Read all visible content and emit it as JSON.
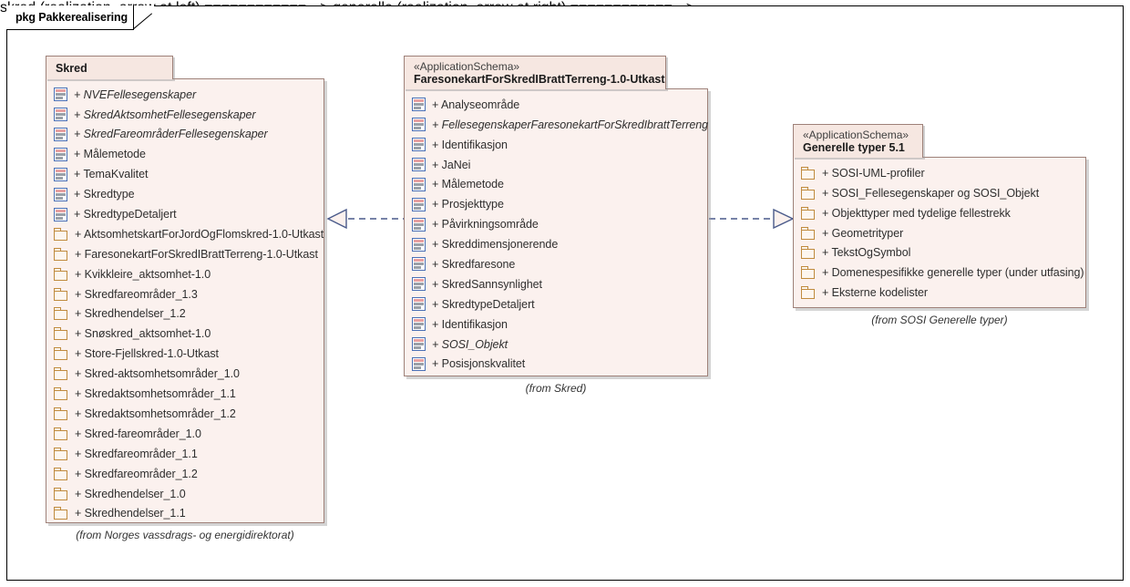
{
  "frame": {
    "label": "pkg Pakkerealisering"
  },
  "packages": [
    {
      "id": "skred",
      "name": "Skred",
      "stereotype": "",
      "caption": "(from Norges vassdrags- og energidirektorat)",
      "members": [
        {
          "icon": "class-icon",
          "label": "+ NVEFellesegenskaper",
          "abstract": true
        },
        {
          "icon": "class-icon",
          "label": "+ SkredAktsomhetFellesegenskaper",
          "abstract": true
        },
        {
          "icon": "class-icon",
          "label": "+ SkredFareområderFellesegenskaper",
          "abstract": true
        },
        {
          "icon": "class-icon",
          "label": "+ Målemetode",
          "abstract": false
        },
        {
          "icon": "class-icon",
          "label": "+ TemaKvalitet",
          "abstract": false
        },
        {
          "icon": "class-icon",
          "label": "+ Skredtype",
          "abstract": false
        },
        {
          "icon": "class-icon",
          "label": "+ SkredtypeDetaljert",
          "abstract": false
        },
        {
          "icon": "folder-icon",
          "label": "+ AktsomhetskartForJordOgFlomskred-1.0-Utkast",
          "abstract": false
        },
        {
          "icon": "folder-icon",
          "label": "+ FaresonekartForSkredIBrattTerreng-1.0-Utkast",
          "abstract": false
        },
        {
          "icon": "folder-icon",
          "label": "+ Kvikkleire_aktsomhet-1.0",
          "abstract": false
        },
        {
          "icon": "folder-icon",
          "label": "+ Skredfareområder_1.3",
          "abstract": false
        },
        {
          "icon": "folder-icon",
          "label": "+ Skredhendelser_1.2",
          "abstract": false
        },
        {
          "icon": "folder-icon",
          "label": "+ Snøskred_aktsomhet-1.0",
          "abstract": false
        },
        {
          "icon": "folder-icon",
          "label": "+ Store-Fjellskred-1.0-Utkast",
          "abstract": false
        },
        {
          "icon": "folder-icon",
          "label": "+ Skred-aktsomhetsområder_1.0",
          "abstract": false
        },
        {
          "icon": "folder-icon",
          "label": "+ Skredaktsomhetsområder_1.1",
          "abstract": false
        },
        {
          "icon": "folder-icon",
          "label": "+ Skredaktsomhetsområder_1.2",
          "abstract": false
        },
        {
          "icon": "folder-icon",
          "label": "+ Skred-fareområder_1.0",
          "abstract": false
        },
        {
          "icon": "folder-icon",
          "label": "+ Skredfareområder_1.1",
          "abstract": false
        },
        {
          "icon": "folder-icon",
          "label": "+ Skredfareområder_1.2",
          "abstract": false
        },
        {
          "icon": "folder-icon",
          "label": "+ Skredhendelser_1.0",
          "abstract": false
        },
        {
          "icon": "folder-icon",
          "label": "+ Skredhendelser_1.1",
          "abstract": false
        }
      ]
    },
    {
      "id": "faresonekart",
      "name": "FaresonekartForSkredIBrattTerreng-1.0-Utkast",
      "stereotype": "«ApplicationSchema»",
      "caption": "(from Skred)",
      "members": [
        {
          "icon": "class-icon",
          "label": "+ Analyseområde",
          "abstract": false
        },
        {
          "icon": "class-icon",
          "label": "+ FellesegenskaperFaresonekartForSkredIbrattTerreng",
          "abstract": true
        },
        {
          "icon": "class-icon",
          "label": "+ Identifikasjon",
          "abstract": false
        },
        {
          "icon": "class-icon",
          "label": "+ JaNei",
          "abstract": false
        },
        {
          "icon": "class-icon",
          "label": "+ Målemetode",
          "abstract": false
        },
        {
          "icon": "class-icon",
          "label": "+ Prosjekttype",
          "abstract": false
        },
        {
          "icon": "class-icon",
          "label": "+ Påvirkningsområde",
          "abstract": false
        },
        {
          "icon": "class-icon",
          "label": "+ Skreddimensjonerende",
          "abstract": false
        },
        {
          "icon": "class-icon",
          "label": "+ Skredfaresone",
          "abstract": false
        },
        {
          "icon": "class-icon",
          "label": "+ SkredSannsynlighet",
          "abstract": false
        },
        {
          "icon": "class-icon",
          "label": "+ SkredtypeDetaljert",
          "abstract": false
        },
        {
          "icon": "class-icon",
          "label": "+ Identifikasjon",
          "abstract": false
        },
        {
          "icon": "class-icon",
          "label": "+ SOSI_Objekt",
          "abstract": true
        },
        {
          "icon": "class-icon",
          "label": "+ Posisjonskvalitet",
          "abstract": false
        }
      ]
    },
    {
      "id": "generelle",
      "name": "Generelle typer 5.1",
      "stereotype": "«ApplicationSchema»",
      "caption": "(from SOSI Generelle typer)",
      "members": [
        {
          "icon": "folder-icon",
          "label": "+ SOSI-UML-profiler",
          "abstract": false
        },
        {
          "icon": "folder-icon",
          "label": "+ SOSI_Fellesegenskaper og SOSI_Objekt",
          "abstract": false
        },
        {
          "icon": "folder-icon",
          "label": "+ Objekttyper med tydelige fellestrekk",
          "abstract": false
        },
        {
          "icon": "folder-icon",
          "label": "+ Geometrityper",
          "abstract": false
        },
        {
          "icon": "folder-icon",
          "label": "+ TekstOgSymbol",
          "abstract": false
        },
        {
          "icon": "folder-icon",
          "label": "+ Domenespesifikke generelle typer (under utfasing)",
          "abstract": false
        },
        {
          "icon": "folder-icon",
          "label": "+ Eksterne kodelister",
          "abstract": false
        }
      ]
    }
  ],
  "connectors": [
    {
      "id": "realization-faresonekart-to-skred",
      "type": "realization",
      "direction": "left"
    },
    {
      "id": "realization-faresonekart-to-generelle",
      "type": "realization",
      "direction": "right"
    }
  ],
  "colors": {
    "package_header_fill": "#f6e7e1",
    "package_body_fill": "#fbf1ee",
    "package_border": "#9e8179",
    "connector": "#4a5a8a",
    "folder_icon": "#c08b3e",
    "class_icon_border": "#4a6fb5",
    "text": "#2e2e2e"
  }
}
